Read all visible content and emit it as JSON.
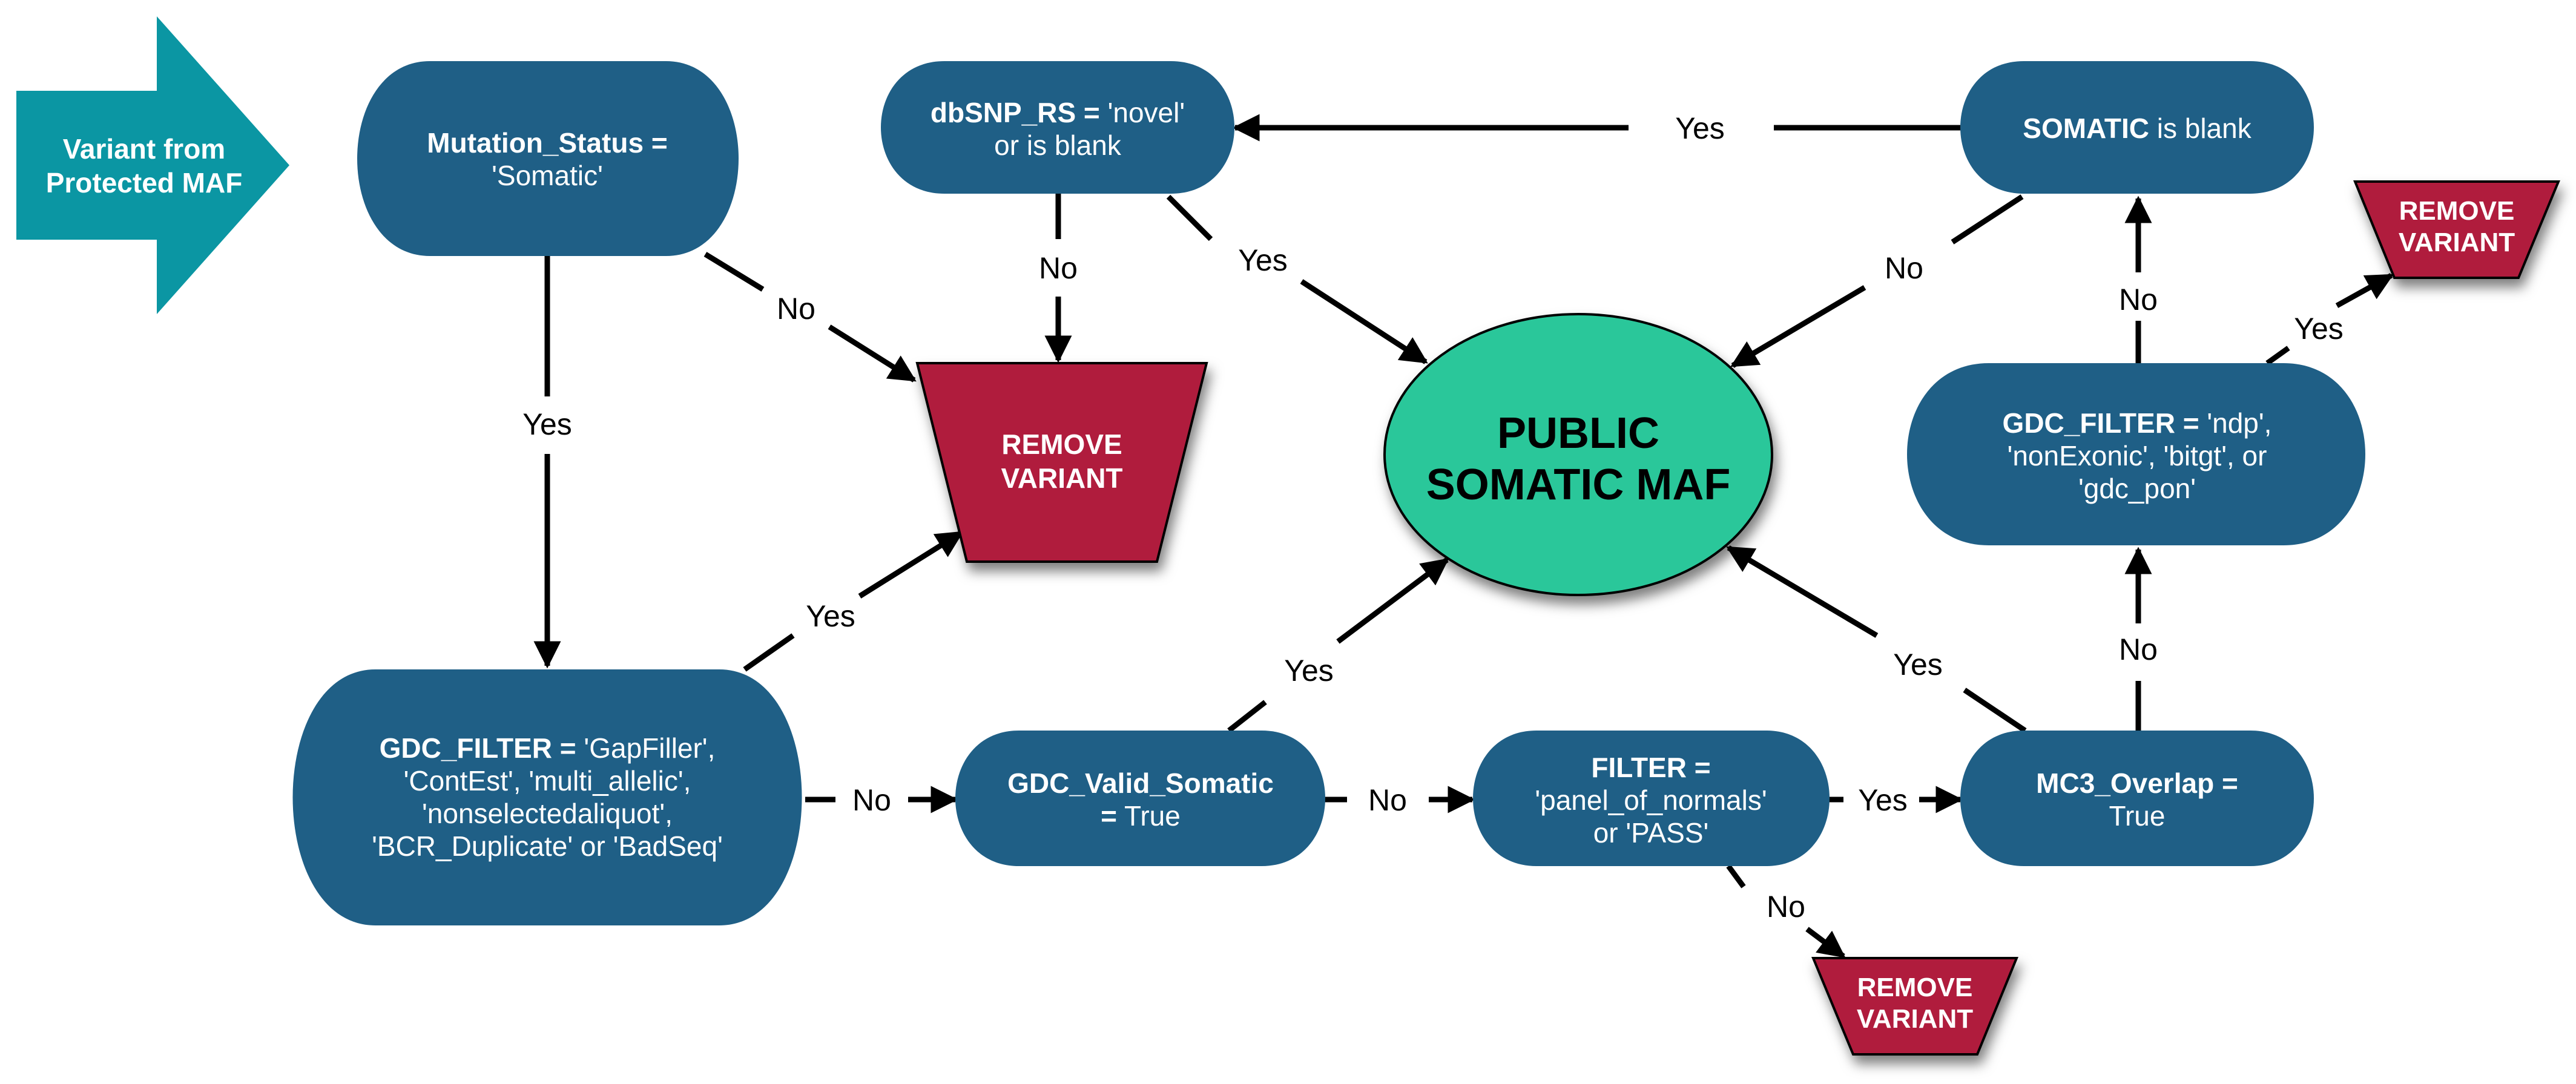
{
  "colors": {
    "decision": "#1f5f86",
    "start": "#0b96a3",
    "remove": "#b01b3e",
    "output": "#2cc79a",
    "edge": "#000000"
  },
  "start": {
    "line1": "Variant from",
    "line2": "Protected MAF"
  },
  "nodes": {
    "mutation_status": {
      "bold": "Mutation_Status =",
      "rest": "'Somatic'"
    },
    "dbsnp": {
      "bold": "dbSNP_RS =",
      "rest1": " 'novel'",
      "rest2": "or is blank"
    },
    "somatic_blank": {
      "bold": "SOMATIC",
      "rest": " is blank"
    },
    "gdc_filter_right": {
      "bold": "GDC_FILTER =",
      "rest1": " 'ndp',",
      "line2": "'nonExonic', 'bitgt', or",
      "line3": "'gdc_pon'"
    },
    "gdc_filter_left": {
      "bold": "GDC_FILTER =",
      "rest1": " 'GapFiller',",
      "line2": "'ContEst', 'multi_allelic',",
      "line3": "'nonselectedaliquot',",
      "line4": "'BCR_Duplicate' or 'BadSeq'"
    },
    "gdc_valid_somatic": {
      "bold1": "GDC_Valid_Somatic",
      "bold2": "=",
      "rest2": " True"
    },
    "filter": {
      "bold": "FILTER =",
      "line2": "'panel_of_normals'",
      "line3": "or 'PASS'"
    },
    "mc3_overlap": {
      "bold": "MC3_Overlap =",
      "line2": "True"
    }
  },
  "output": {
    "line1": "PUBLIC",
    "line2": "SOMATIC MAF"
  },
  "remove": {
    "line1": "REMOVE",
    "line2": "VARIANT"
  },
  "edge_labels": {
    "mutation_no": "No",
    "mutation_yes": "Yes",
    "dbsnp_no": "No",
    "dbsnp_yes": "Yes",
    "somatic_yes": "Yes",
    "somatic_no": "No",
    "gdcright_no": "No",
    "gdcright_yes": "Yes",
    "gdcleft_yes": "Yes",
    "gdcleft_no": "No",
    "valid_yes": "Yes",
    "valid_no": "No",
    "filter_yes": "Yes",
    "filter_no": "No",
    "mc3_yes": "Yes",
    "mc3_no": "No"
  }
}
